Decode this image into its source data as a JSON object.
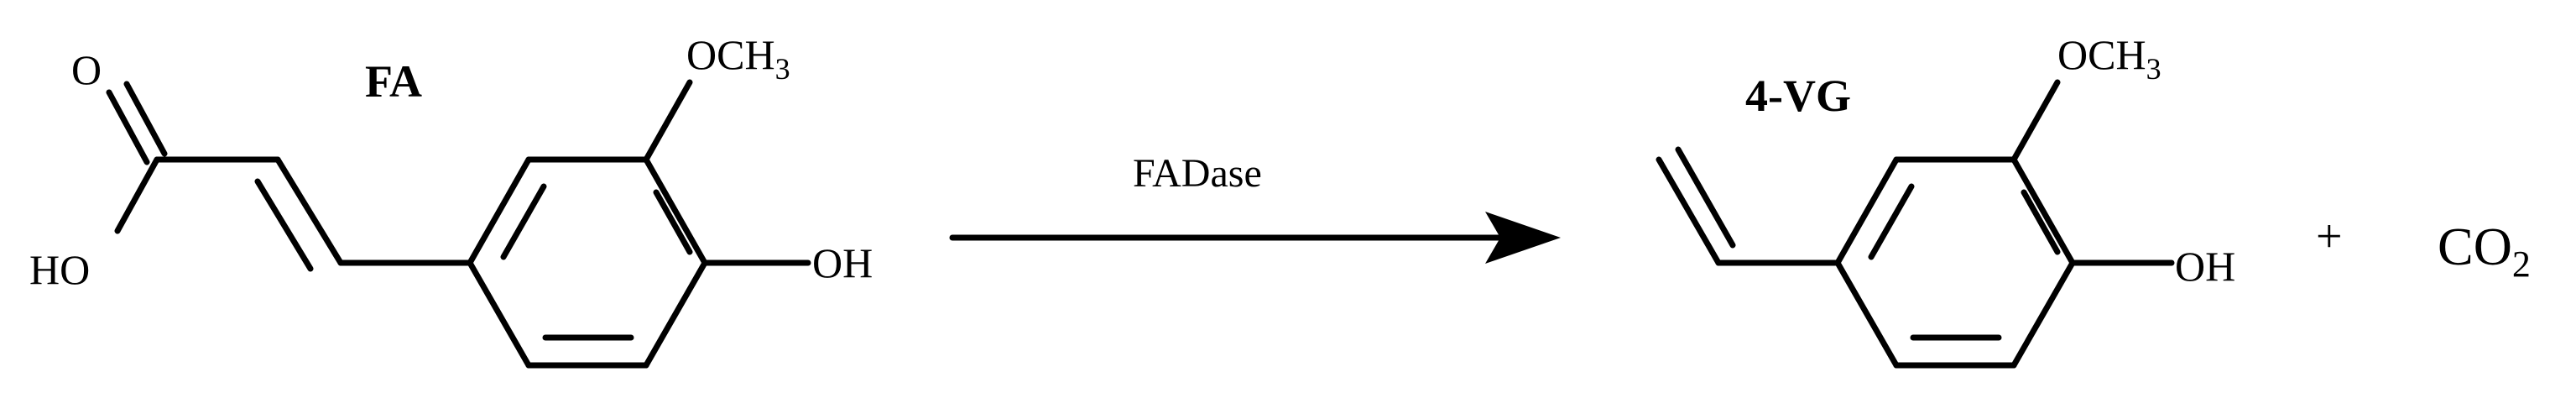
{
  "reactant": {
    "name": "FA",
    "atom_labels": {
      "carbonyl_o": "O",
      "hydroxyl_acid": "HO",
      "methoxy": "OCH",
      "methoxy_sub": "3",
      "phenol": "OH"
    }
  },
  "reaction": {
    "enzyme": "FADase"
  },
  "product": {
    "name": "4-VG",
    "atom_labels": {
      "methoxy": "OCH",
      "methoxy_sub": "3",
      "phenol": "OH"
    }
  },
  "plus_sign": "+",
  "coproduct": {
    "formula_main": "CO",
    "formula_sub": "2"
  }
}
